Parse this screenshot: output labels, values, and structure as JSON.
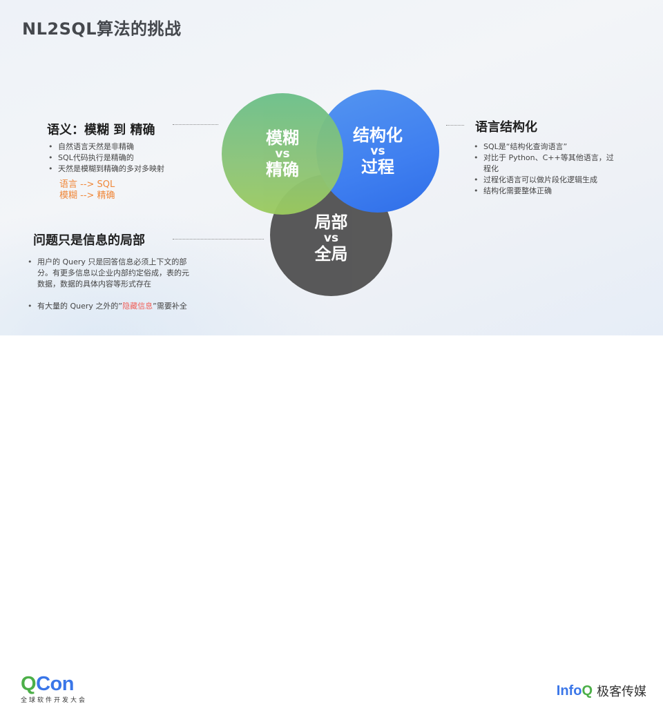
{
  "slide": {
    "title": "NL2SQL算法的挑战"
  },
  "sections": {
    "semantic": {
      "heading": "语义：模糊 到 精确",
      "bullets": [
        "自然语言天然是非精确",
        "SQL代码执行是精确的",
        "天然是模糊到精确的多对多映射"
      ],
      "mapping": [
        "语言 --> SQL",
        "模糊 --> 精确"
      ],
      "highlight_color": "#f0883a"
    },
    "structure": {
      "heading": "语言结构化",
      "bullets": [
        "SQL是“结构化查询语言”",
        "对比于 Python、C++等其他语言，过程化",
        "过程化语言可以做片段化逻辑生成",
        "结构化需要整体正确"
      ]
    },
    "partial": {
      "heading": "问题只是信息的局部",
      "bullet1": "用户的 Query 只是回答信息必须上下文的部分。有更多信息以企业内部约定俗成，表的元数据，数据的具体内容等形式存在",
      "bullet2_pre": "有大量的 Query 之外的”",
      "bullet2_highlight": "隐藏信息",
      "bullet2_post": "”需要补全",
      "highlight_color": "#f0605a"
    }
  },
  "venn": {
    "green": {
      "top": "模糊",
      "vs": "vs",
      "bottom": "精确",
      "color": "#7cc27e"
    },
    "blue": {
      "top": "结构化",
      "vs": "vs",
      "bottom": "过程",
      "color": "#4285f0"
    },
    "gray": {
      "top": "局部",
      "vs": "vs",
      "bottom": "全局",
      "color": "#545454"
    }
  },
  "footer": {
    "qcon": {
      "q": "Q",
      "con": "Con",
      "subtitle": "全球软件开发大会"
    },
    "infoq": {
      "info": "Info",
      "q": "Q",
      "cn": "极客传媒"
    }
  }
}
